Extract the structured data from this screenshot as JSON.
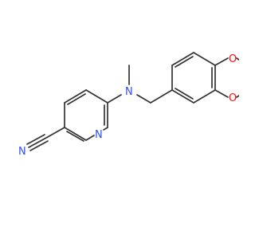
{
  "colors": {
    "bond": "#333333",
    "oxygen": "#ff0d0d",
    "nitrogen": "#3050f8",
    "background": "#ffffff"
  },
  "atoms": {
    "nitrile_n": "N",
    "pyridine_n": "N",
    "amine_n": "N",
    "dioxane_o_top": "O",
    "dioxane_o_bottom": "O"
  }
}
